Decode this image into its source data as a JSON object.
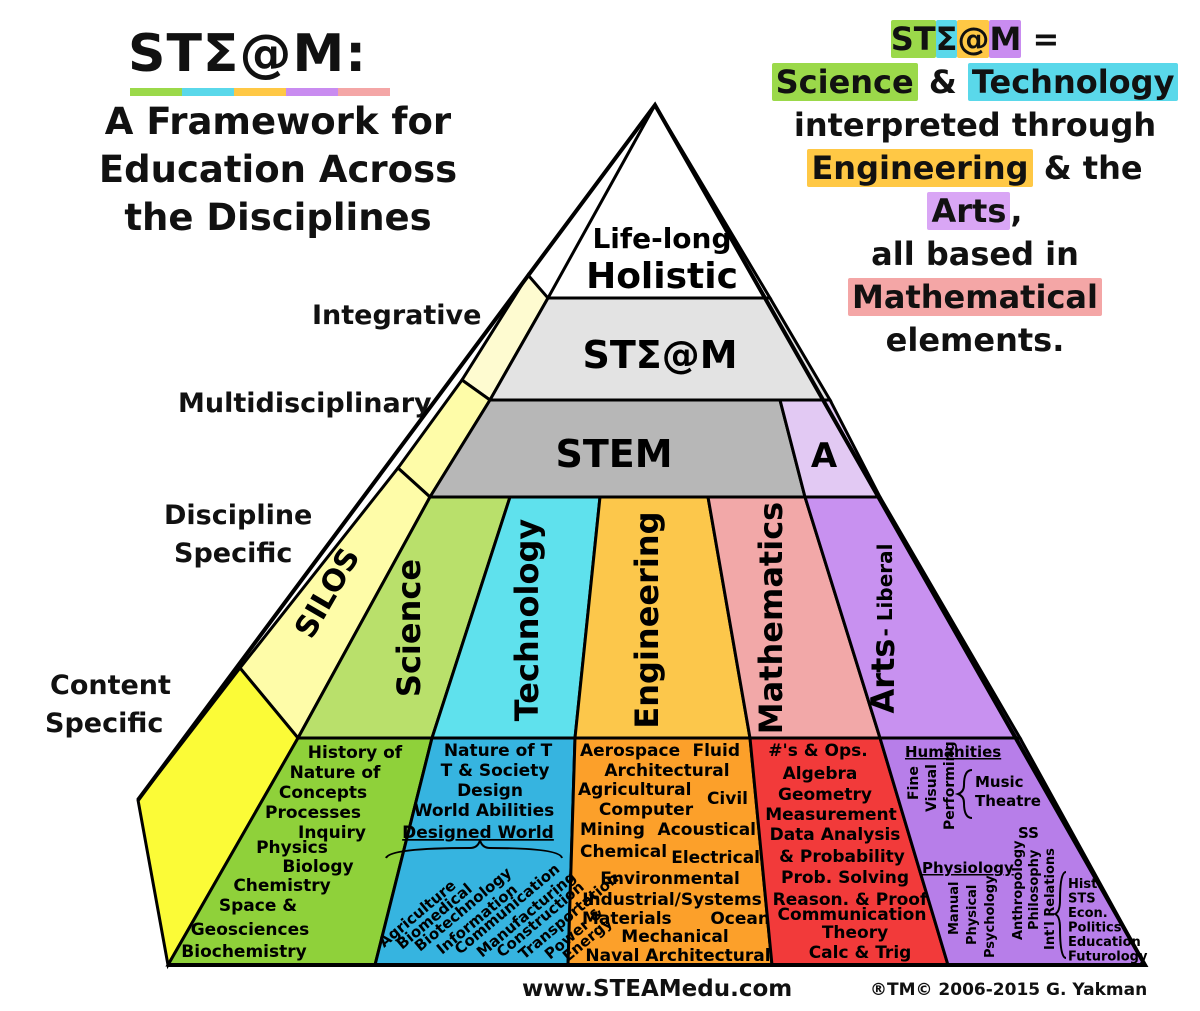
{
  "title": {
    "main": "STΣ@M:",
    "subtitle_lines": [
      "A Framework for",
      "Education Across",
      "the Disciplines"
    ],
    "stripe_colors": [
      "#9bd94a",
      "#5ad8ea",
      "#ffc845",
      "#c98cf0",
      "#f4a6a6"
    ]
  },
  "definition": {
    "head": "STΣ@M",
    "head_letters": [
      {
        "text": "ST",
        "color": "#9bd94a"
      },
      {
        "text": "Σ",
        "color": "#5ad8ea"
      },
      {
        "text": "@",
        "color": "#ffc845"
      },
      {
        "text": "M",
        "color": "#c98cf0"
      }
    ],
    "equals": "=",
    "science": "Science",
    "amp1": "&",
    "technology": "Technology",
    "line3": "interpreted through",
    "engineering": "Engineering",
    "amp_the": "& the",
    "arts": "Arts",
    "comma": ",",
    "line5": "all based in",
    "mathematical": "Mathematical",
    "elements": "elements."
  },
  "side_labels": {
    "integrative": "Integrative",
    "multidisciplinary": "Multidisciplinary",
    "discipline_specific": [
      "Discipline",
      "Specific"
    ],
    "content_specific": [
      "Content",
      "Specific"
    ]
  },
  "tiers": {
    "top": [
      "Life-long",
      "Holistic"
    ],
    "steam": "STΣ@M",
    "stem": "STEM",
    "a": "A"
  },
  "silos": "SILOS",
  "columns": [
    {
      "label": "Science",
      "color": "#b9e06b"
    },
    {
      "label": "Technology",
      "color": "#5fe1ed"
    },
    {
      "label": "Engineering",
      "color": "#fcc74b"
    },
    {
      "label": "Mathematics",
      "color": "#f2a8a8"
    },
    {
      "label": "Arts",
      "sublabel": "- Liberal",
      "color": "#c891f0"
    }
  ],
  "content": {
    "science": [
      "History of",
      "Nature of",
      "Concepts",
      "Processes",
      "Inquiry",
      "Physics",
      "Biology",
      "Chemistry",
      "Space &",
      "Geosciences",
      "Biochemistry"
    ],
    "technology_top": [
      "Nature of T",
      "T & Society",
      "Design",
      "World Abilities",
      "Designed World"
    ],
    "technology_rotated": [
      "Agriculture",
      "Biomedical",
      "Biotechnology",
      "Information",
      "Communication",
      "Manufacturing",
      "Construction",
      "Transportation",
      "Power &",
      "Energy"
    ],
    "engineering": [
      "Aerospace",
      "Fluid",
      "Architectural",
      "Agricultural",
      "Civil",
      "Computer",
      "Mining",
      "Acoustical",
      "Chemical",
      "Electrical",
      "Environmental",
      "Industrial/Systems",
      "Materials",
      "Ocean",
      "Mechanical",
      "Naval Architectural"
    ],
    "mathematics": [
      "#'s & Ops.",
      "Algebra",
      "Geometry",
      "Measurement",
      "Data Analysis",
      "& Probability",
      "Prob. Solving",
      "Reason. & Proof",
      "Communication",
      "Theory",
      "Calc & Trig"
    ],
    "arts": {
      "humanities": "Humanities",
      "fine": "Fine",
      "visual": "Visual",
      "performing": "Performing",
      "music": "Music",
      "theatre": "Theatre",
      "ss": "SS",
      "physiology": "Physiology",
      "manual": "Manual",
      "physical": "Physical",
      "psychology": "Psychology",
      "anthropology": "Anthropology",
      "philosophy": "Philosophy",
      "intl_relations": "Int'l Relations",
      "list": [
        "Hist.",
        "STS",
        "Econ.",
        "Politics",
        "Education",
        "Futurology"
      ]
    }
  },
  "footer": {
    "url": "www.STEAMedu.com",
    "copyright": "®TM© 2006-2015 G. Yakman"
  },
  "colors": {
    "silos_light": "#fefbd0",
    "silos_mid": "#fefca8",
    "silos_bright": "#fbfb37",
    "steam_tier": "#e3e3e3",
    "stem_tier": "#b7b7b7",
    "a_tier": "#e2c9f3",
    "science_content": "#8fd13a",
    "tech_content": "#36b4e0",
    "eng_content": "#fca02a",
    "math_content": "#f23a3a",
    "arts_content": "#b77ee9"
  }
}
